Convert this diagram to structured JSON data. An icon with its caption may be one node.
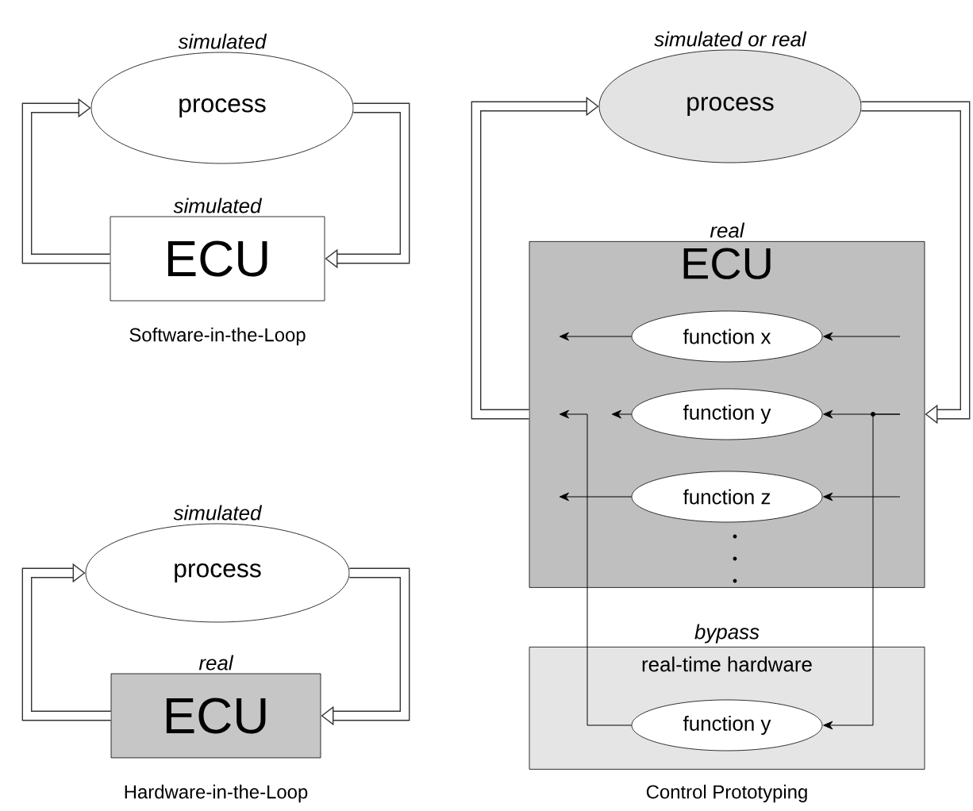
{
  "diagram": {
    "nodes": [
      {
        "text": [
          "simulated",
          "process"
        ]
      },
      {
        "text": [
          "simulated",
          "ECU"
        ]
      },
      {
        "text": [
          "simulated",
          "process"
        ]
      },
      {
        "text": [
          "real",
          "ECU"
        ]
      },
      {
        "text": [
          "simulated or real",
          "process"
        ]
      },
      {
        "text": [
          "real",
          "ECU"
        ]
      },
      {
        "text": [
          "function x"
        ],
        "in": 5
      },
      {
        "text": [
          "function y"
        ],
        "in": 5
      },
      {
        "text": [
          "function z"
        ],
        "in": 5
      },
      {
        "text": [
          "bypass",
          "real-time hardware"
        ]
      },
      {
        "text": [
          "function y"
        ],
        "in": 9
      }
    ],
    "edges": [
      {
        "from": 0,
        "to": 1,
        "arrow": "to",
        "style": "thick"
      },
      {
        "from": 1,
        "to": 0,
        "arrow": "to",
        "style": "thick"
      },
      {
        "from": 2,
        "to": 3,
        "arrow": "to",
        "style": "thick"
      },
      {
        "from": 3,
        "to": 2,
        "arrow": "to",
        "style": "thick"
      },
      {
        "from": 4,
        "to": 5,
        "arrow": "to",
        "style": "thick"
      },
      {
        "from": 5,
        "to": 4,
        "arrow": "to",
        "style": "thick"
      },
      {
        "from": null,
        "to": 6,
        "arrow": "to"
      },
      {
        "from": 6,
        "to": null,
        "arrow": "to"
      },
      {
        "from": null,
        "to": 7,
        "arrow": "to"
      },
      {
        "from": 7,
        "to": null,
        "arrow": "to"
      },
      {
        "from": null,
        "to": 8,
        "arrow": "to"
      },
      {
        "from": 8,
        "to": null,
        "arrow": "to"
      },
      {
        "from": null,
        "to": 10,
        "arrow": "to"
      },
      {
        "from": 10,
        "to": null,
        "arrow": "to"
      }
    ],
    "labels": [
      "Software-in-the-Loop",
      "Hardware-in-the-Loop",
      "Control Prototyping"
    ]
  }
}
